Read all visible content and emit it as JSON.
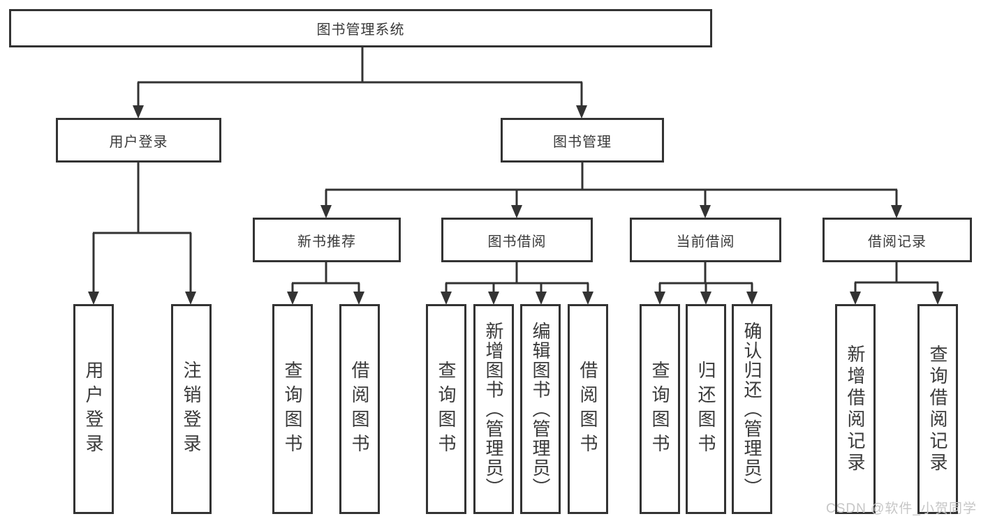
{
  "diagram": {
    "kind": "hierarchy-tree",
    "colors": {
      "line": "#333333",
      "box_border": "#333333",
      "box_background": "#ffffff",
      "text": "#3a3a3a",
      "watermark_text": "#c6c6c6",
      "page_background": "#ffffff"
    }
  },
  "tree": {
    "label": "图书管理系统",
    "children": [
      {
        "label": "用户登录",
        "children": [
          {
            "label": "用户登录"
          },
          {
            "label": "注销登录"
          }
        ]
      },
      {
        "label": "图书管理",
        "children": [
          {
            "label": "新书推荐",
            "children": [
              {
                "label": "查询图书"
              },
              {
                "label": "借阅图书"
              }
            ]
          },
          {
            "label": "图书借阅",
            "children": [
              {
                "label": "查询图书"
              },
              {
                "label": "新增图书（管理员）"
              },
              {
                "label": "编辑图书（管理员）"
              },
              {
                "label": "借阅图书"
              }
            ]
          },
          {
            "label": "当前借阅",
            "children": [
              {
                "label": "查询图书"
              },
              {
                "label": "归还图书"
              },
              {
                "label": "确认归还（管理员）"
              }
            ]
          },
          {
            "label": "借阅记录",
            "children": [
              {
                "label": "新增借阅记录"
              },
              {
                "label": "查询借阅记录"
              }
            ]
          }
        ]
      }
    ]
  },
  "watermark": {
    "text": "CSDN @软件_小贺同学"
  }
}
